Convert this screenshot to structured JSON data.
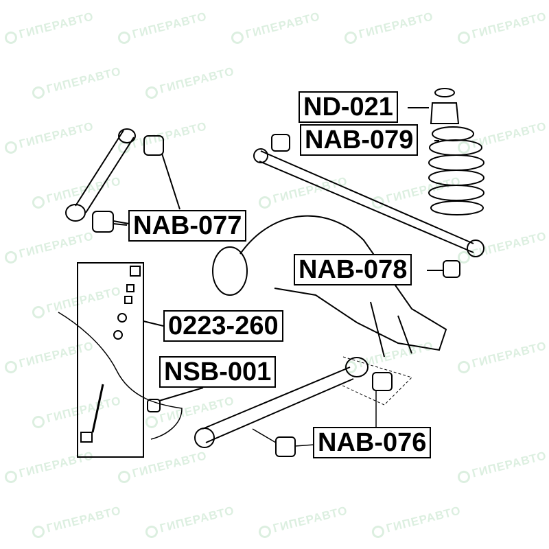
{
  "watermark": "ГИПЕРАВТО",
  "parts": [
    {
      "id": "nd021",
      "label": "ND-021"
    },
    {
      "id": "nab079",
      "label": "NAB-079"
    },
    {
      "id": "nab077",
      "label": "NAB-077"
    },
    {
      "id": "nab078",
      "label": "NAB-078"
    },
    {
      "id": "p0223260",
      "label": "0223-260"
    },
    {
      "id": "nsb001",
      "label": "NSB-001"
    },
    {
      "id": "nab076",
      "label": "NAB-076"
    }
  ]
}
